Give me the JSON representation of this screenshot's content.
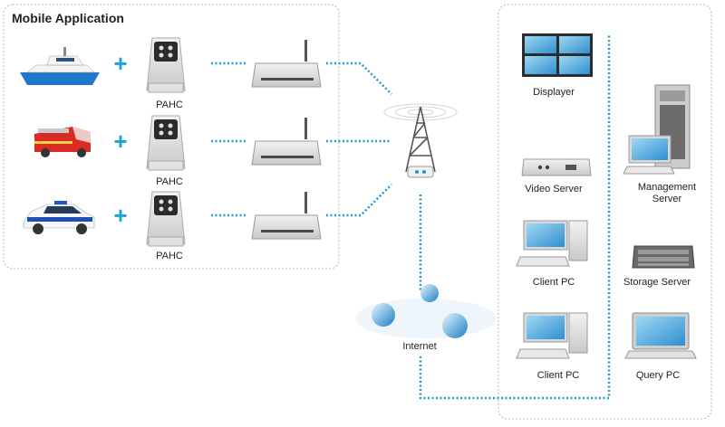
{
  "group_title": "Mobile Application",
  "vehicles": [
    {
      "icon": "boat-icon",
      "camera_label": "PAHC"
    },
    {
      "icon": "fire-truck-icon",
      "camera_label": "PAHC"
    },
    {
      "icon": "police-car-icon",
      "camera_label": "PAHC"
    }
  ],
  "internet_label": "Internet",
  "center_devices": [
    {
      "icon": "video-wall-icon",
      "label": "Displayer"
    },
    {
      "icon": "video-server-icon",
      "label": "Video Server"
    },
    {
      "icon": "desktop-pc-icon",
      "label": "Client PC"
    },
    {
      "icon": "desktop-pc-icon",
      "label": "Client PC"
    }
  ],
  "right_devices": [
    {
      "icon": "management-server-icon",
      "label": "Management Server"
    },
    {
      "icon": "storage-server-icon",
      "label": "Storage Server"
    },
    {
      "icon": "laptop-icon",
      "label": "Query PC"
    }
  ],
  "colors": {
    "link": "#1a9ed6",
    "plus": "#1ea3d8",
    "border": "#b5b5b5"
  }
}
